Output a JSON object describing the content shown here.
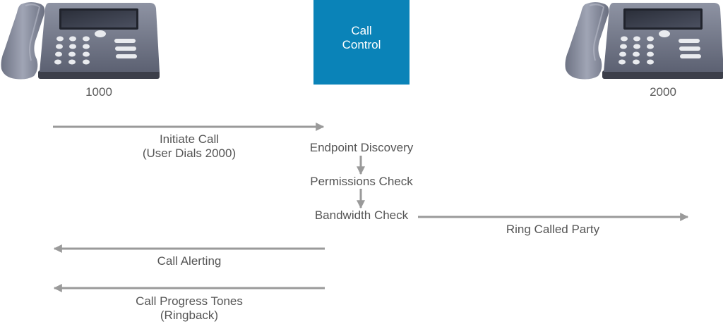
{
  "endpoints": {
    "caller": {
      "extension": "1000",
      "icon": "desk-phone-icon"
    },
    "callee": {
      "extension": "2000",
      "icon": "desk-phone-icon"
    }
  },
  "call_control": {
    "line1": "Call",
    "line2": "Control",
    "color": "#0a83b8"
  },
  "messages": {
    "initiate": {
      "line1": "Initiate Call",
      "line2": "(User Dials 2000)"
    },
    "endpoint_discovery": "Endpoint Discovery",
    "permissions_check": "Permissions Check",
    "bandwidth_check": "Bandwidth Check",
    "ring_called_party": "Ring Called Party",
    "call_alerting": "Call Alerting",
    "progress": {
      "line1": "Call Progress Tones",
      "line2": "(Ringback)"
    }
  },
  "colors": {
    "arrow": "#9a9a9a",
    "text": "#555555"
  }
}
